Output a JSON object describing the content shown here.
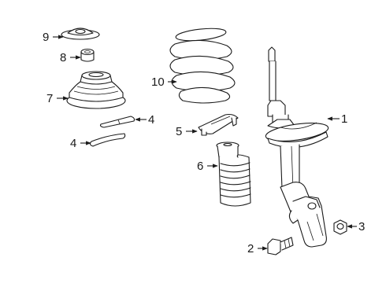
{
  "callouts": {
    "c1": "1",
    "c2": "2",
    "c3": "3",
    "c4a": "4",
    "c4b": "4",
    "c5": "5",
    "c6": "6",
    "c7": "7",
    "c8": "8",
    "c9": "9",
    "c10": "10"
  },
  "colors": {
    "line": "#1a1a1a",
    "background": "#ffffff"
  }
}
